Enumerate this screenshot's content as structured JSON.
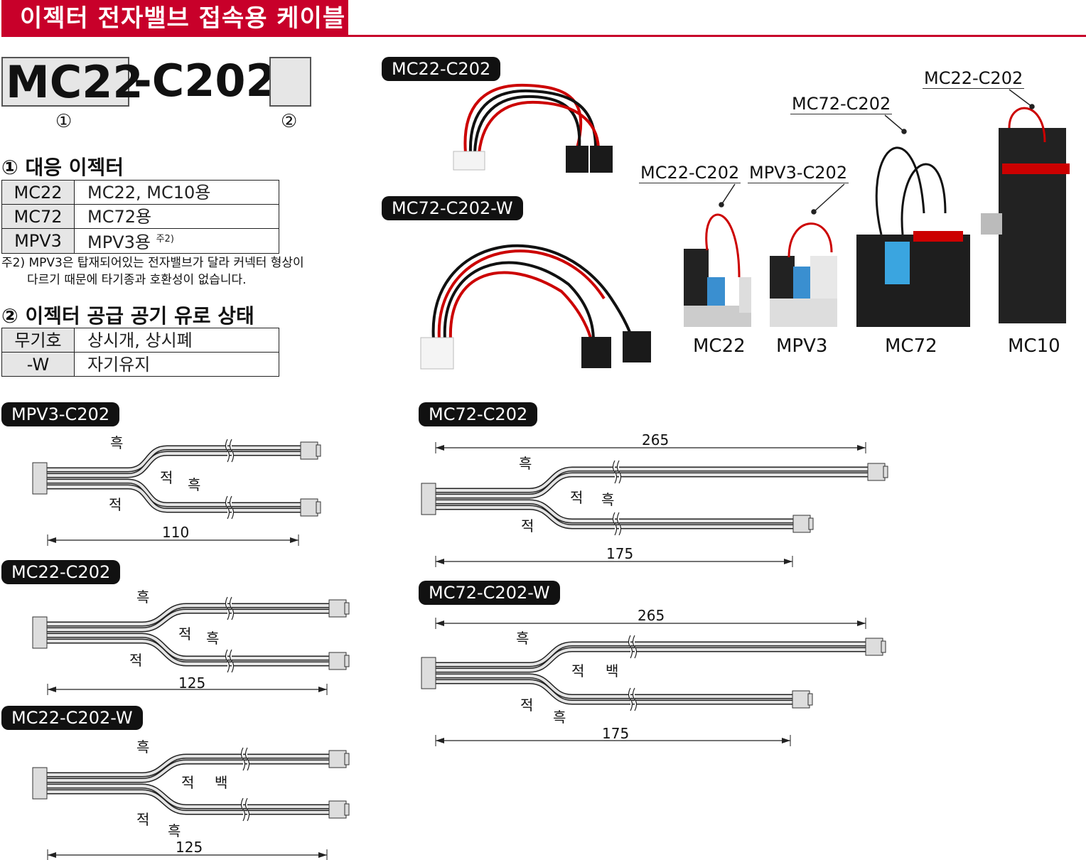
{
  "title": "이젝터 전자밸브 접속용 케이블",
  "code": {
    "part1": "MC22",
    "part2": "-C202",
    "marker1": "①",
    "marker2": "②"
  },
  "section1": {
    "heading": "① 대응 이젝터",
    "rows": [
      {
        "key": "MC22",
        "value": "MC22, MC10용"
      },
      {
        "key": "MC72",
        "value": "MC72용"
      },
      {
        "key": "MPV3",
        "value": "MPV3용",
        "sup": "주2)"
      }
    ],
    "note_line1": "주2) MPV3은 탑재되어있는 전자밸브가 달라 커넥터 형상이",
    "note_line2": "다르기 때문에 타기종과 호환성이 없습니다."
  },
  "section2": {
    "heading": "② 이젝터 공급 공기 유로 상태",
    "rows": [
      {
        "key": "무기호",
        "value": "상시개, 상시폐"
      },
      {
        "key": "-W",
        "value": "자기유지"
      }
    ]
  },
  "photos": {
    "badge1": "MC22-C202",
    "badge2": "MC72-C202-W",
    "callouts": [
      "MC22-C202",
      "MC72-C202",
      "MC22-C202",
      "MPV3-C202"
    ],
    "products": [
      "MC22",
      "MPV3",
      "MC72",
      "MC10"
    ]
  },
  "diagrams": [
    {
      "name": "MPV3-C202",
      "labels": [
        "흑",
        "적",
        "흑",
        "적"
      ],
      "dim": "110"
    },
    {
      "name": "MC22-C202",
      "labels": [
        "흑",
        "적",
        "흑",
        "적"
      ],
      "dim": "125"
    },
    {
      "name": "MC22-C202-W",
      "labels": [
        "흑",
        "적",
        "백",
        "적",
        "흑"
      ],
      "dim": "125"
    },
    {
      "name": "MC72-C202",
      "labels": [
        "흑",
        "적",
        "흑",
        "적"
      ],
      "dim_top": "265",
      "dim_bottom": "175"
    },
    {
      "name": "MC72-C202-W",
      "labels": [
        "흑",
        "적",
        "백",
        "적",
        "흑"
      ],
      "dim_top": "265",
      "dim_bottom": "175"
    }
  ],
  "colors": {
    "brand": "#c8002a"
  }
}
